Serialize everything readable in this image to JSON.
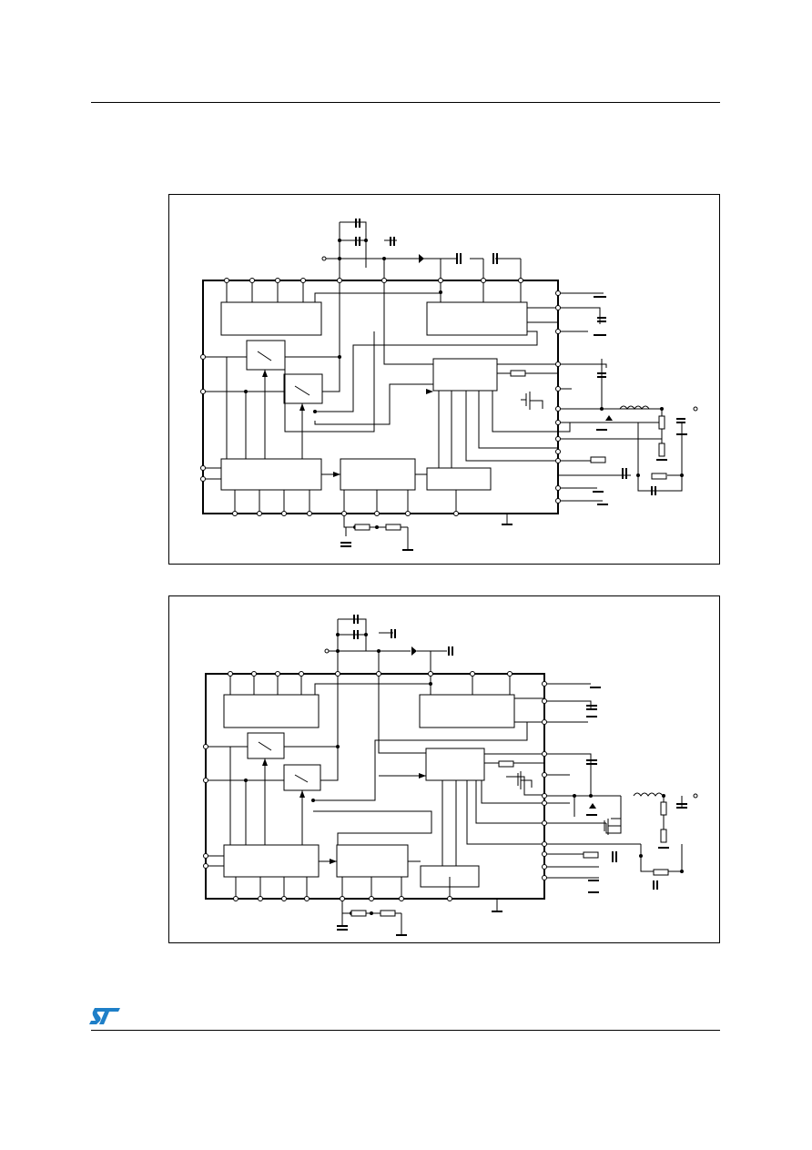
{
  "document": {
    "figures": [
      {
        "id": "figure-1"
      },
      {
        "id": "figure-2"
      }
    ],
    "logo": {
      "text": "ST"
    },
    "colors": {
      "line": "#000000",
      "logo": "#1e7fc8",
      "background": "#ffffff"
    }
  }
}
